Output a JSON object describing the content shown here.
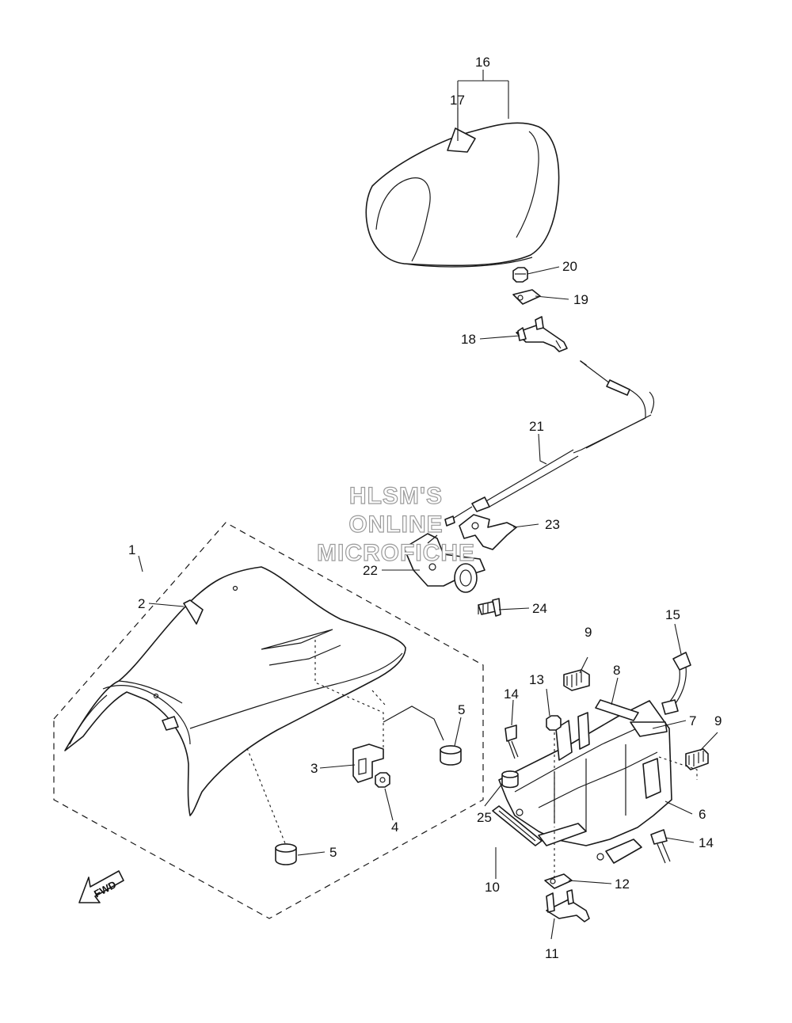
{
  "watermark": {
    "line1": "HLSM'S",
    "line2": "ONLINE",
    "line3": "MICROFICHE"
  },
  "direction_arrow": {
    "label": "FWD",
    "icon": "fwd-arrow-icon"
  },
  "callouts": {
    "c1": "1",
    "c2": "2",
    "c3": "3",
    "c4": "4",
    "c5a": "5",
    "c5b": "5",
    "c6": "6",
    "c7": "7",
    "c8": "8",
    "c9a": "9",
    "c9b": "9",
    "c10": "10",
    "c11": "11",
    "c12": "12",
    "c13": "13",
    "c14a": "14",
    "c14b": "14",
    "c15": "15",
    "c16": "16",
    "c17": "17",
    "c18": "18",
    "c19": "19",
    "c20": "20",
    "c21": "21",
    "c22": "22",
    "c23": "23",
    "c24": "24",
    "c25": "25"
  },
  "colors": {
    "line": "#1a1a1a",
    "watermark_outline": "#9a9a9a",
    "background": "#ffffff"
  }
}
